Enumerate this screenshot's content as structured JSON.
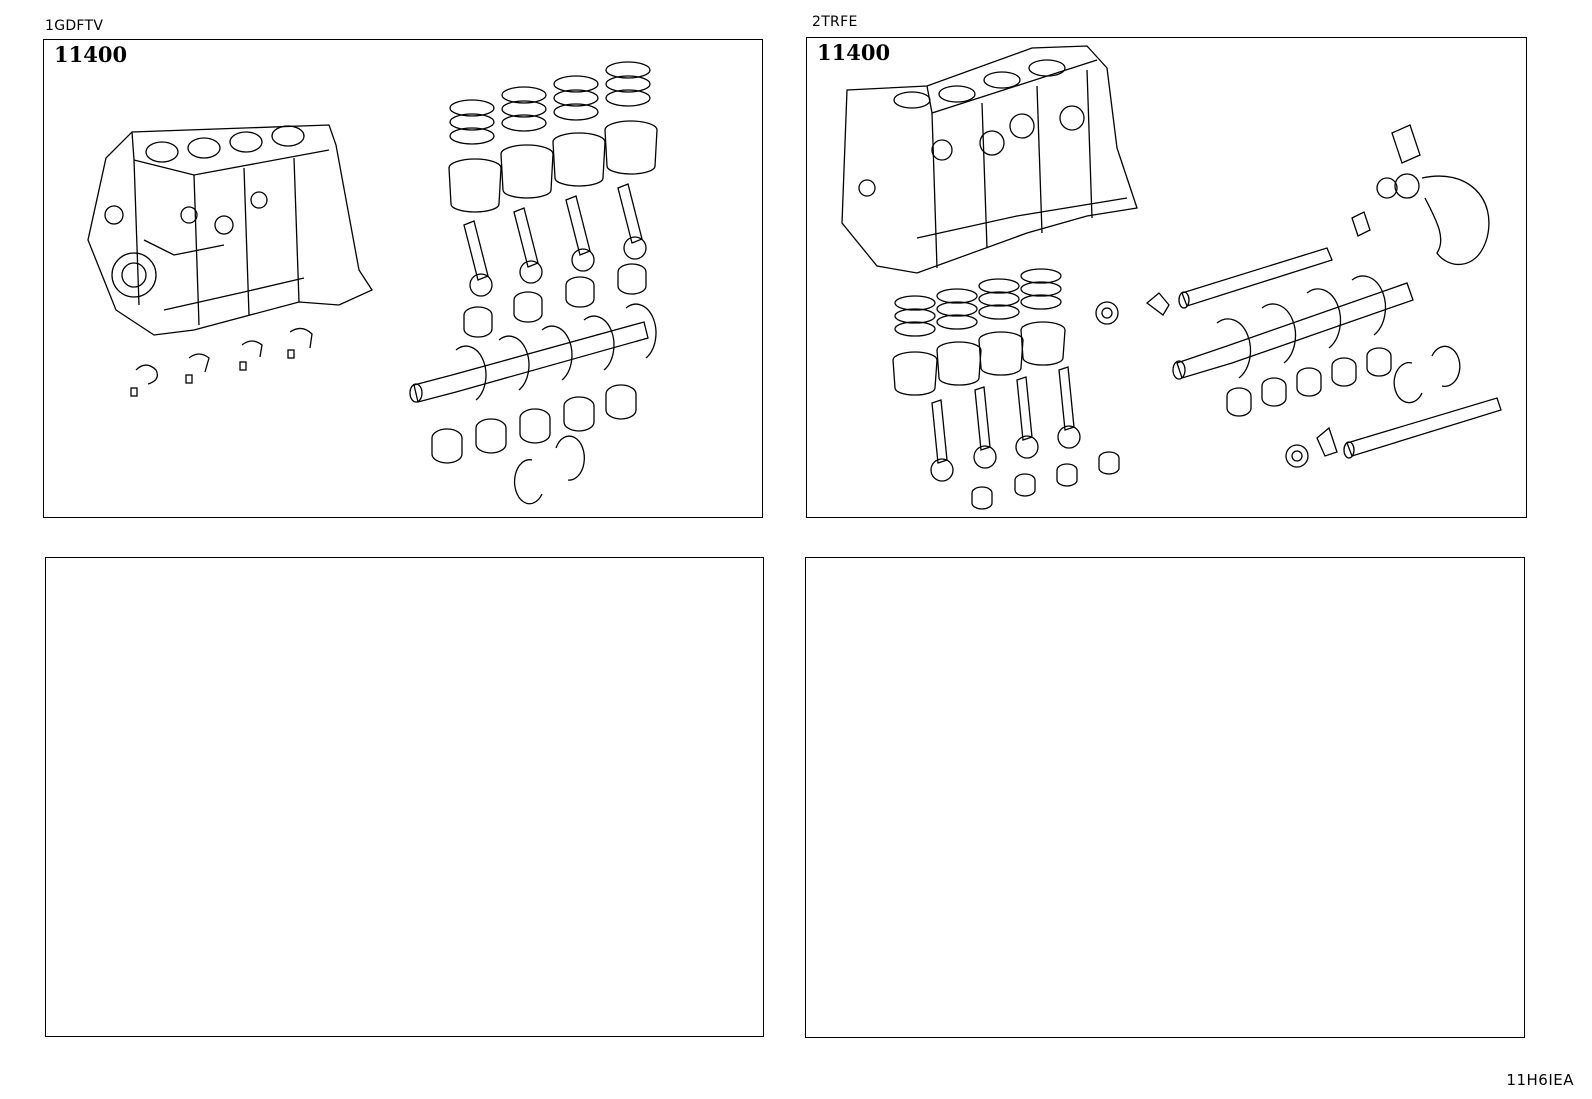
{
  "panels": [
    {
      "engine": "1GDFTV",
      "part_number": "11400"
    },
    {
      "engine": "2TRFE",
      "part_number": "11400"
    },
    {
      "engine": "",
      "part_number": ""
    },
    {
      "engine": "",
      "part_number": ""
    }
  ],
  "page_code": "11H6IEA",
  "colors": {
    "line": "#000000",
    "background": "#ffffff"
  }
}
